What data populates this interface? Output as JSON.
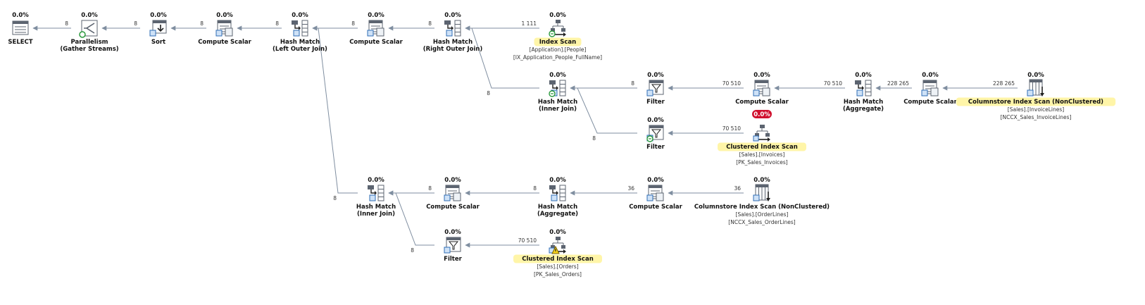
{
  "operators": [
    {
      "id": "select",
      "label": "SELECT",
      "pct": "0.0%",
      "icon": "select-icon"
    },
    {
      "id": "parallelism",
      "label": "Parallelism",
      "label2": "(Gather Streams)",
      "pct": "0.0%",
      "icon": "parallelism-icon"
    },
    {
      "id": "sort",
      "label": "Sort",
      "pct": "0.0%",
      "icon": "sort-icon"
    },
    {
      "id": "cs1",
      "label": "Compute Scalar",
      "pct": "0.0%",
      "icon": "compute-scalar-icon"
    },
    {
      "id": "hm_loj",
      "label": "Hash Match",
      "label2": "(Left Outer Join)",
      "pct": "0.0%",
      "icon": "hash-match-icon"
    },
    {
      "id": "cs2",
      "label": "Compute Scalar",
      "pct": "0.0%",
      "icon": "compute-scalar-icon"
    },
    {
      "id": "hm_roj",
      "label": "Hash Match",
      "label2": "(Right Outer Join)",
      "pct": "0.0%",
      "icon": "hash-match-icon"
    },
    {
      "id": "is_people",
      "label": "Index Scan",
      "highlight": true,
      "sub1": "[Application].[People]",
      "sub2": "[IX_Application_People_FullName]",
      "pct": "0.0%",
      "icon": "index-scan-icon",
      "parallel": true
    },
    {
      "id": "hm_ij1",
      "label": "Hash Match",
      "label2": "(Inner Join)",
      "pct": "0.0%",
      "icon": "hash-match-icon",
      "parallel": true
    },
    {
      "id": "filter1",
      "label": "Filter",
      "pct": "0.0%",
      "icon": "filter-icon"
    },
    {
      "id": "cs3",
      "label": "Compute Scalar",
      "pct": "0.0%",
      "icon": "compute-scalar-icon"
    },
    {
      "id": "hm_agg1",
      "label": "Hash Match",
      "label2": "(Aggregate)",
      "pct": "0.0%",
      "icon": "hash-match-icon"
    },
    {
      "id": "cs4",
      "label": "Compute Scalar",
      "pct": "0.0%",
      "icon": "compute-scalar-icon"
    },
    {
      "id": "csi_invoicelines",
      "label": "Columnstore Index Scan (NonClustered)",
      "highlight": true,
      "sub1": "[Sales].[InvoiceLines]",
      "sub2": "[NCCX_Sales_InvoiceLines]",
      "pct": "0.0%",
      "icon": "columnstore-index-scan-icon"
    },
    {
      "id": "filter2",
      "label": "Filter",
      "pct": "0.0%",
      "icon": "filter-icon",
      "parallel": true
    },
    {
      "id": "cis_invoices",
      "label": "Clustered Index Scan",
      "highlight": true,
      "sub1": "[Sales].[Invoices]",
      "sub2": "[PK_Sales_Invoices]",
      "pct": "0.0%",
      "pctHot": true,
      "icon": "clustered-index-scan-icon"
    },
    {
      "id": "hm_ij2",
      "label": "Hash Match",
      "label2": "(Inner Join)",
      "pct": "0.0%",
      "icon": "hash-match-icon"
    },
    {
      "id": "cs5",
      "label": "Compute Scalar",
      "pct": "0.0%",
      "icon": "compute-scalar-icon"
    },
    {
      "id": "hm_agg2",
      "label": "Hash Match",
      "label2": "(Aggregate)",
      "pct": "0.0%",
      "icon": "hash-match-icon"
    },
    {
      "id": "cs6",
      "label": "Compute Scalar",
      "pct": "0.0%",
      "icon": "compute-scalar-icon"
    },
    {
      "id": "csi_orderlines",
      "label": "Columnstore Index Scan (NonClustered)",
      "sub1": "[Sales].[OrderLines]",
      "sub2": "[NCCX_Sales_OrderLines]",
      "pct": "0.0%",
      "icon": "columnstore-index-scan-icon"
    },
    {
      "id": "filter3",
      "label": "Filter",
      "pct": "0.0%",
      "icon": "filter-icon"
    },
    {
      "id": "cis_orders",
      "label": "Clustered Index Scan",
      "highlight": true,
      "sub1": "[Sales].[Orders]",
      "sub2": "[PK_Sales_Orders]",
      "pct": "0.0%",
      "icon": "clustered-index-scan-icon",
      "warning": true
    }
  ],
  "edges": [
    {
      "from": "parallelism",
      "to": "select",
      "rows": "8"
    },
    {
      "from": "sort",
      "to": "parallelism",
      "rows": "8"
    },
    {
      "from": "cs1",
      "to": "sort",
      "rows": "8"
    },
    {
      "from": "hm_loj",
      "to": "cs1",
      "rows": "8"
    },
    {
      "from": "cs2",
      "to": "hm_loj",
      "rows": "8"
    },
    {
      "from": "hm_roj",
      "to": "cs2",
      "rows": "8"
    },
    {
      "from": "is_people",
      "to": "hm_roj",
      "rows": "1 111"
    },
    {
      "from": "hm_ij1",
      "to": "hm_roj",
      "rows": "8"
    },
    {
      "from": "filter1",
      "to": "hm_ij1",
      "rows": "8"
    },
    {
      "from": "cs3",
      "to": "filter1",
      "rows": "70 510"
    },
    {
      "from": "hm_agg1",
      "to": "cs3",
      "rows": "70 510"
    },
    {
      "from": "cs4",
      "to": "hm_agg1",
      "rows": "228 265"
    },
    {
      "from": "csi_invoicelines",
      "to": "cs4",
      "rows": "228 265"
    },
    {
      "from": "filter2",
      "to": "hm_ij1",
      "rows": "8"
    },
    {
      "from": "cis_invoices",
      "to": "filter2",
      "rows": "70 510"
    },
    {
      "from": "hm_ij2",
      "to": "hm_loj",
      "rows": "8"
    },
    {
      "from": "cs5",
      "to": "hm_ij2",
      "rows": "8"
    },
    {
      "from": "hm_agg2",
      "to": "cs5",
      "rows": "8"
    },
    {
      "from": "cs6",
      "to": "hm_agg2",
      "rows": "36"
    },
    {
      "from": "csi_orderlines",
      "to": "cs6",
      "rows": "36"
    },
    {
      "from": "filter3",
      "to": "hm_ij2",
      "rows": "8"
    },
    {
      "from": "cis_orders",
      "to": "filter3",
      "rows": "70 510"
    }
  ],
  "colors": {
    "edge": "#7f8ea0",
    "highlight": "#fff5a8",
    "hot_badge": "#d0102e",
    "icon_blue": "#2f6db5",
    "icon_gray": "#5c6470"
  }
}
